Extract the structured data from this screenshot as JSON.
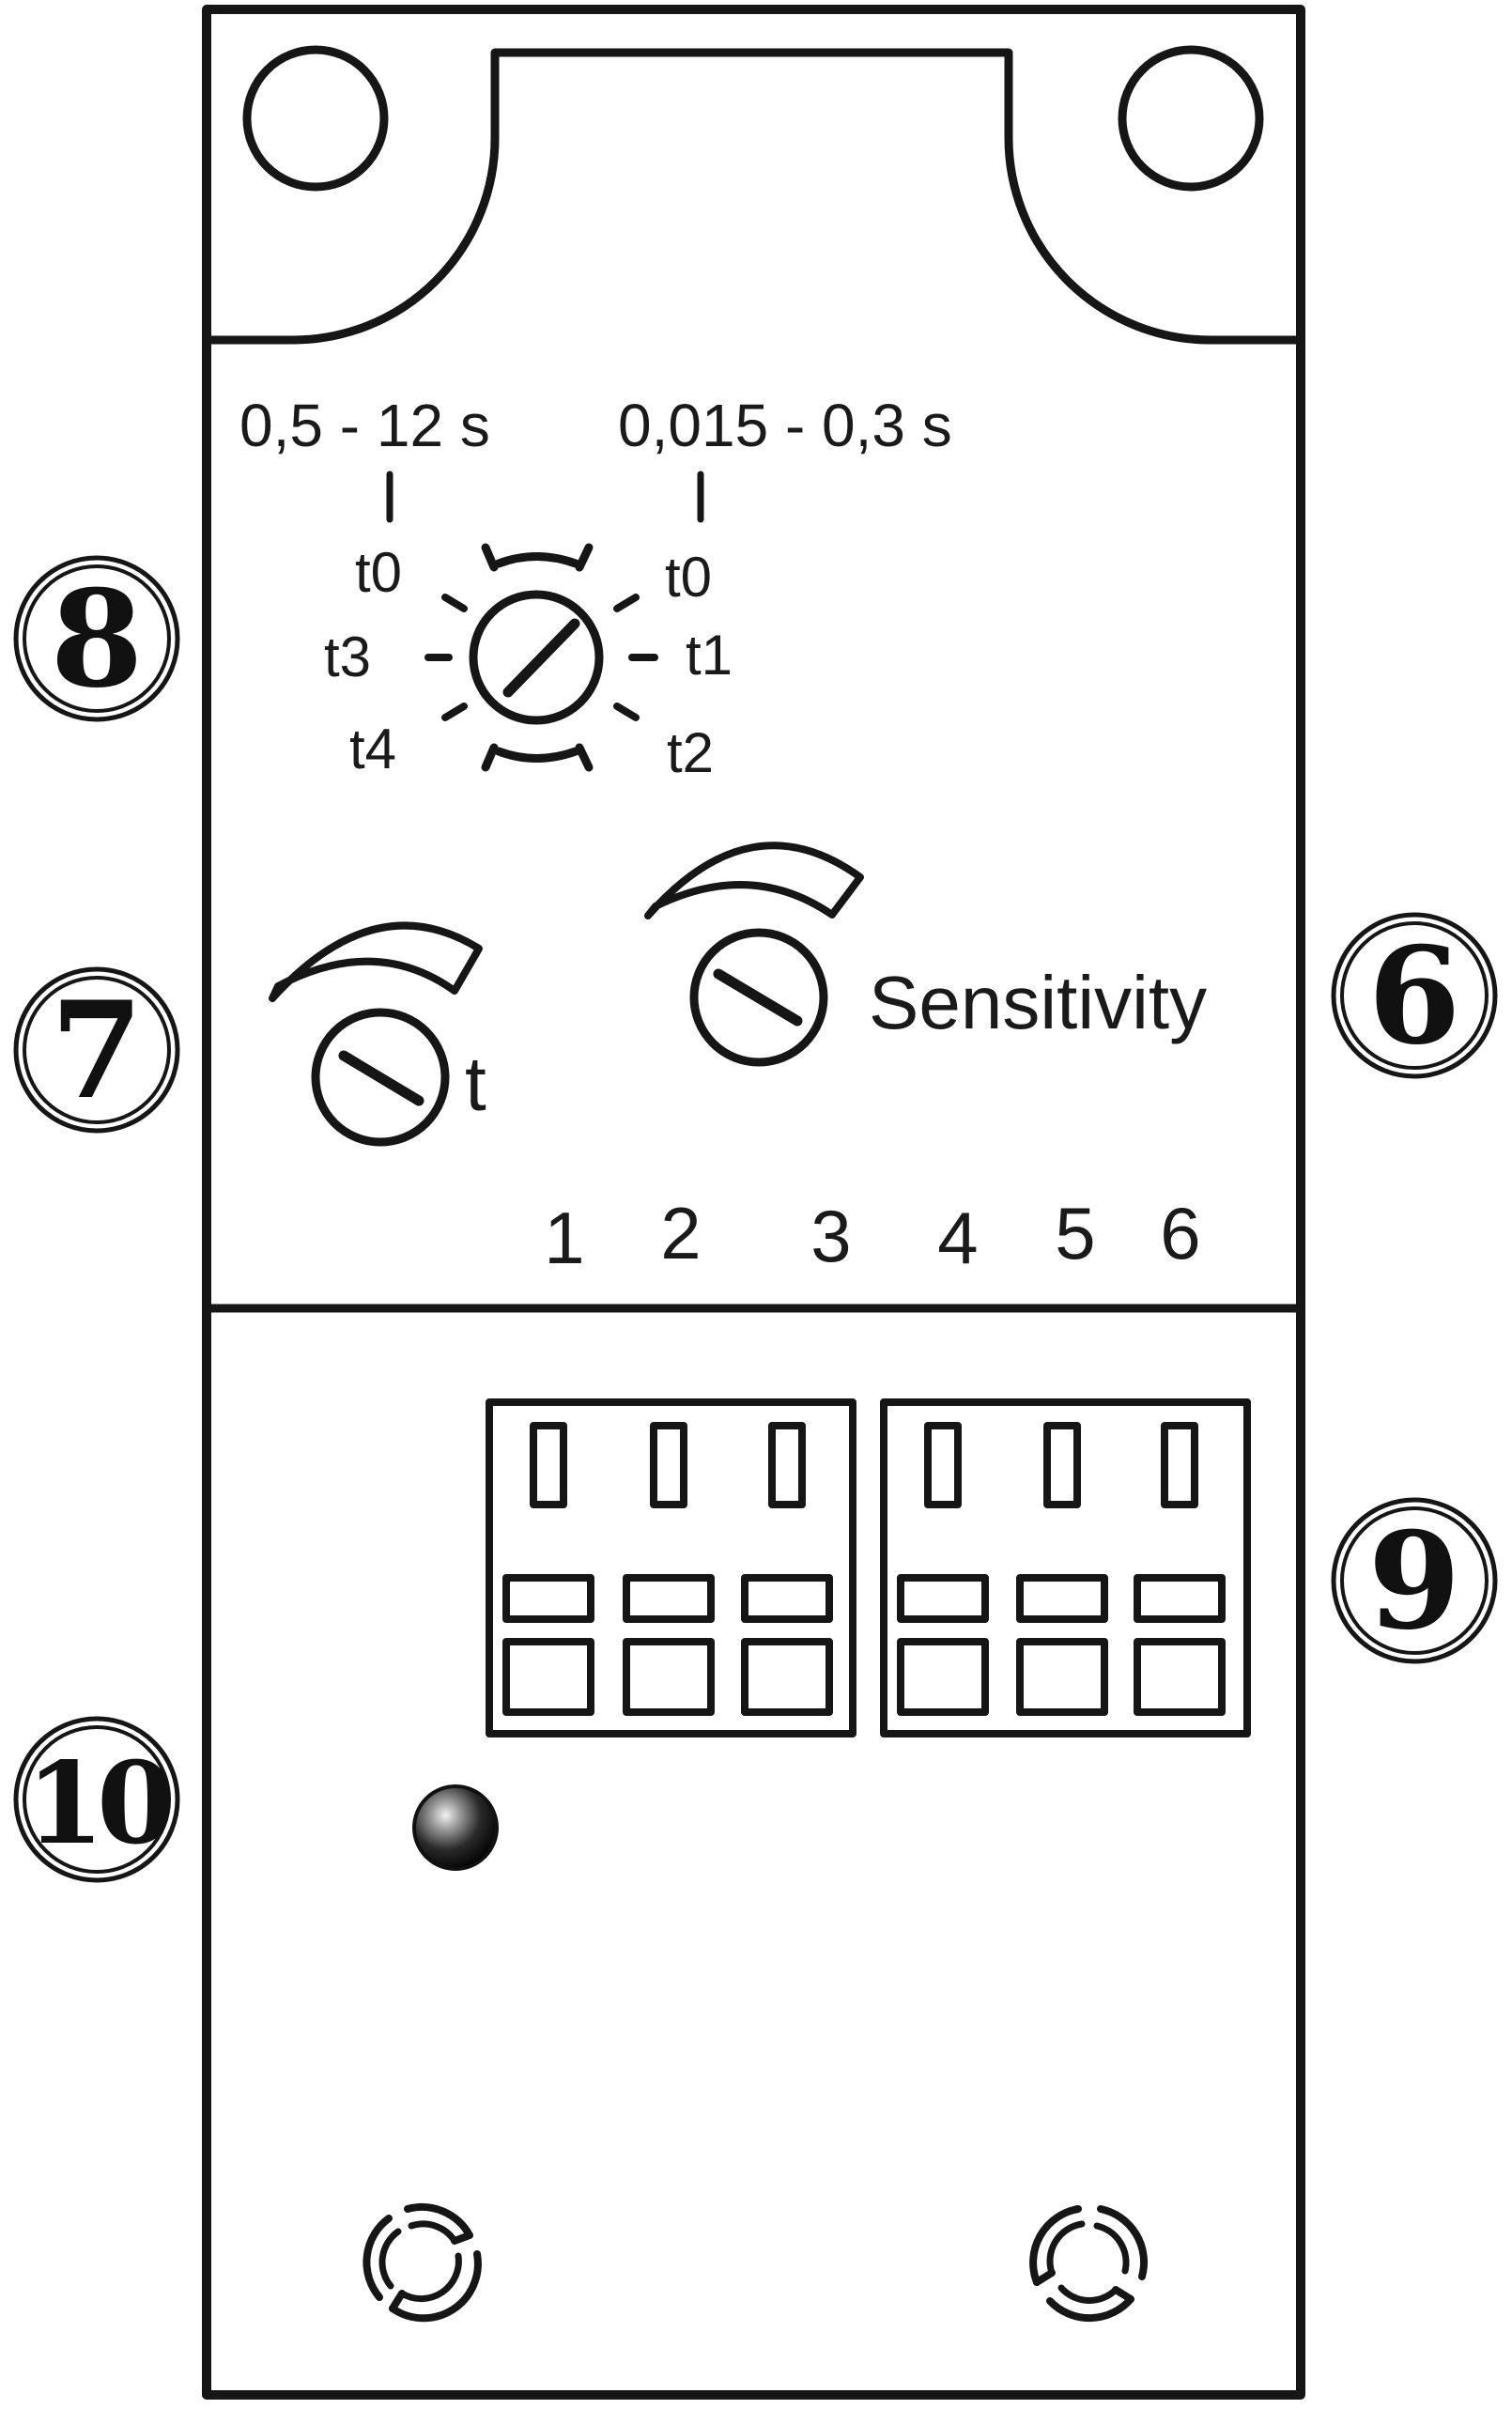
{
  "ranges": {
    "left": "0,5 - 12 s",
    "right": "0,015 - 0,3 s"
  },
  "selector_labels": {
    "t0_left": "t0",
    "t0_right": "t0",
    "t1": "t1",
    "t2": "t2",
    "t3": "t3",
    "t4": "t4"
  },
  "pots": {
    "time_label": "t",
    "sensitivity_label": "Sensitivity"
  },
  "terminals": [
    "1",
    "2",
    "3",
    "4",
    "5",
    "6"
  ],
  "callouts": {
    "c6": "6",
    "c7": "7",
    "c8": "8",
    "c9": "9",
    "c10": "10"
  },
  "icons": {
    "selector": "rotary-switch-icon",
    "pot": "potentiometer-icon",
    "led": "led-icon",
    "screw": "mounting-screw-icon",
    "terminal": "terminal-block-icon"
  },
  "colors": {
    "line": "#161616",
    "background": "#ffffff"
  }
}
